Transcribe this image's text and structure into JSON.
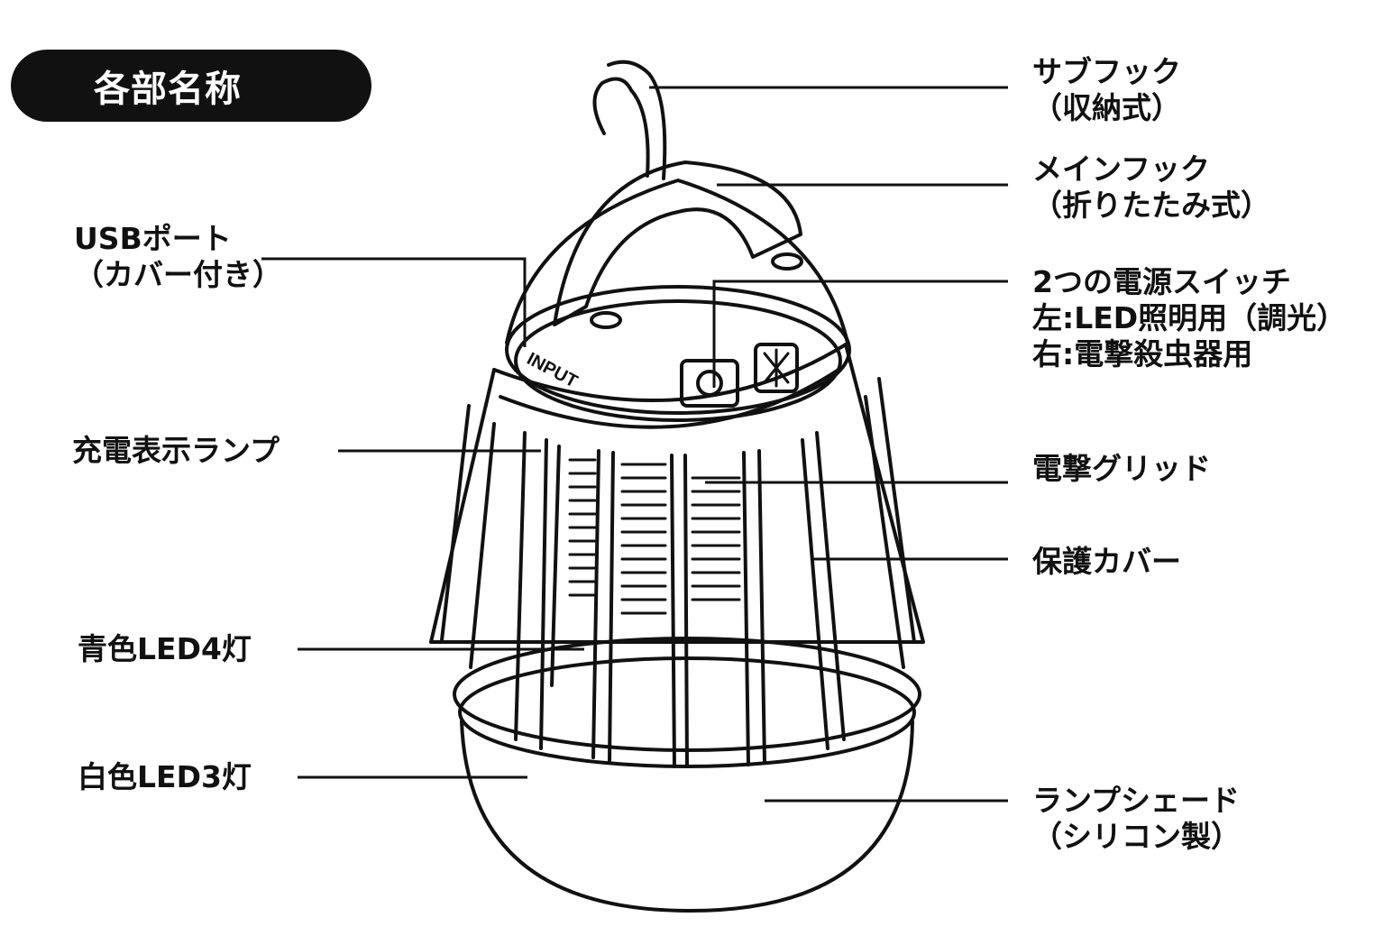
{
  "title": "各部名称",
  "labels": {
    "sub_hook": [
      "サブフック",
      "（収納式）"
    ],
    "main_hook": [
      "メインフック",
      "（折りたたみ式）"
    ],
    "usb_port": [
      "USBポート",
      "（カバー付き）"
    ],
    "power_switch": [
      "2つの電源スイッチ",
      "左:LED照明用（調光）",
      "右:電撃殺虫器用"
    ],
    "charge_lamp": "充電表示ランプ",
    "grid": "電撃グリッド",
    "cover": "保護カバー",
    "blue_led": "青色LED4灯",
    "white_led": "白色LED3灯",
    "shade": [
      "ランプシェード",
      "（シリコン製）"
    ]
  },
  "input_text": "INPUT",
  "colors": {
    "ink": "#111111",
    "background": "#ffffff"
  }
}
